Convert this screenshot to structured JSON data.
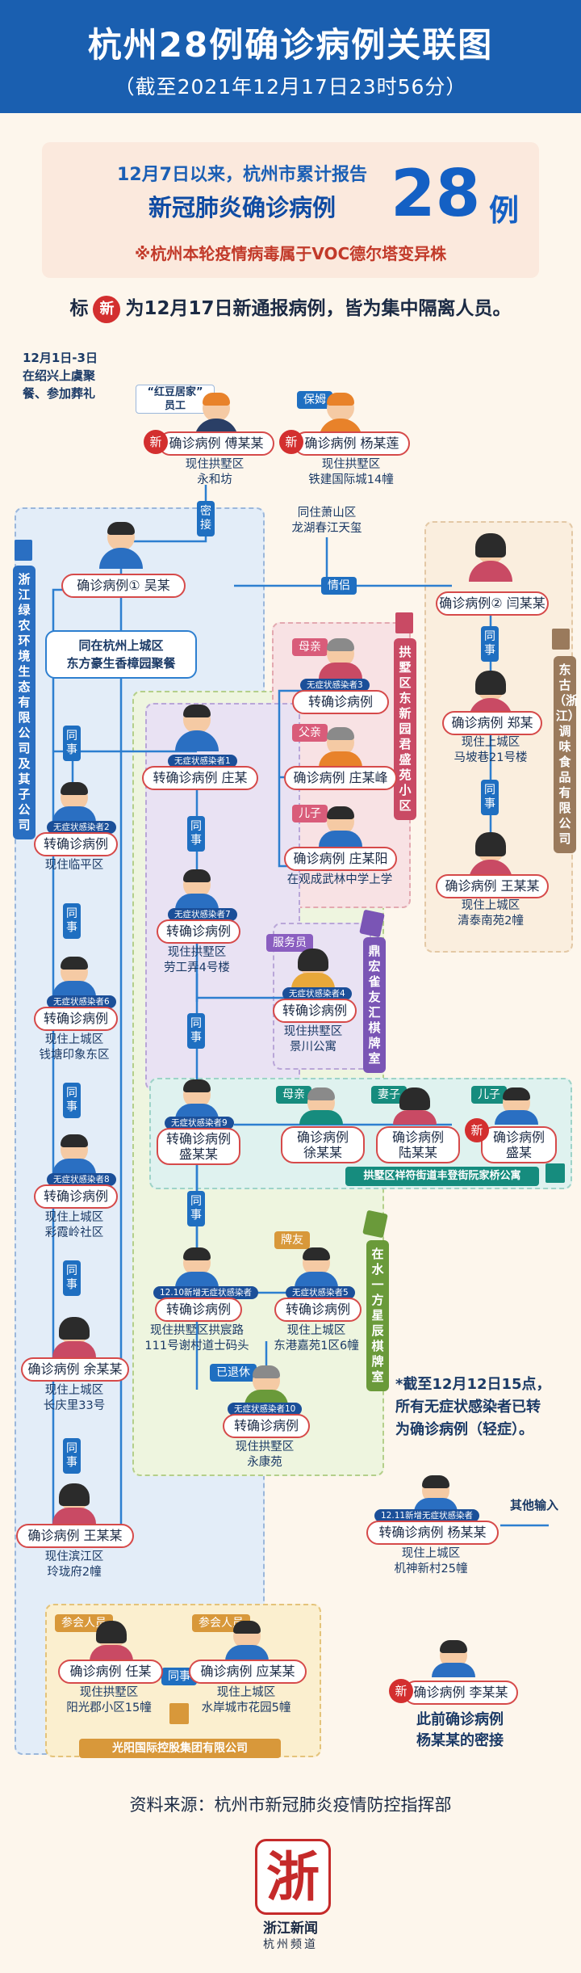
{
  "header": {
    "title": "杭州28例确诊病例关联图",
    "subtitle": "（截至2021年12月17日23时56分）"
  },
  "summary": {
    "line1": "12月7日以来，杭州市累计报告",
    "line2": "新冠肺炎确诊病例",
    "count": "28",
    "unit": "例",
    "variant_note": "※杭州本轮疫情病毒属于VOC德尔塔变异株"
  },
  "legend_note": {
    "prefix": "标",
    "new_mark": "新",
    "suffix": "为12月17日新通报病例，皆为集中隔离人员。"
  },
  "regions": {
    "zhejiang_lvnong": "浙江绿农环境生态有限公司及其子公司",
    "gongshu_shengyuan": "拱墅区东新园君盛苑小区",
    "donggu": "东古（浙江）调味食品有限公司",
    "dinghong": "鼎宏雀友汇棋牌室",
    "gongshu_xiangfu": "拱墅区祥符街道丰登街阮家桥公寓",
    "zaishuiyifang": "在水一方星辰棋牌室",
    "guangyang": "光阳国际控股集团有限公司"
  },
  "labels": {
    "early_event": "12月1日-3日\n在绍兴上虞聚餐、参加葬礼",
    "hongdou": "“红豆居家”\n员工",
    "baomu": "保姆",
    "gather": "同在杭州上城区\n东方豪生香樟园聚餐",
    "rel_mijie": "密接",
    "rel_qinglv": "情侣",
    "rel_tongshi": "同事",
    "rel_muqin": "母亲",
    "rel_fuqin": "父亲",
    "rel_erzi": "儿子",
    "rel_qizi": "妻子",
    "rel_fuwuyuan": "服务员",
    "rel_paiyou": "牌友",
    "rel_yituixiu": "已退休",
    "rel_canhuirenyuan": "参会人员",
    "other_input": "其他输入",
    "note_1212": "*截至12月12日15点，\n所有无症状感染者已转\n为确诊病例（轻症）。",
    "li_note": "此前确诊病例\n杨某某的密接",
    "new": "新"
  },
  "people": {
    "fu": {
      "name": "确诊病例  傅某某",
      "loc": "现住拱墅区\n永和坊"
    },
    "yang_baomu": {
      "name": "确诊病例  杨某莲",
      "loc": "现住拱墅区\n铁建国际城14幢"
    },
    "xiaoshan": {
      "loc": "同住萧山区\n龙湖春江天玺"
    },
    "wu": {
      "name": "确诊病例①  吴某"
    },
    "yan": {
      "name": "确诊病例②  闫某某"
    },
    "zheng": {
      "name": "确诊病例  郑某",
      "loc": "现住上城区\n马坡巷21号楼"
    },
    "wang_a": {
      "name": "确诊病例  王某某",
      "loc": "现住上城区\n清泰南苑2幢"
    },
    "zhuang": {
      "tag": "无症状感染者1",
      "name": "转确诊病例  庄某"
    },
    "mother_zhuang": {
      "tag": "无症状感染者3",
      "name": "转确诊病例"
    },
    "zhuang_feng": {
      "name": "确诊病例  庄某峰"
    },
    "zhuang_yang": {
      "name": "确诊病例  庄某阳",
      "loc": "在观成武林中学上学"
    },
    "p2": {
      "tag": "无症状感染者2",
      "name": "转确诊病例",
      "loc": "现住临平区"
    },
    "p6": {
      "tag": "无症状感染者6",
      "name": "转确诊病例",
      "loc": "现住上城区\n钱塘印象东区"
    },
    "p8": {
      "tag": "无症状感染者8",
      "name": "转确诊病例",
      "loc": "现住上城区\n彩霞岭社区"
    },
    "yu": {
      "name": "确诊病例  余某某",
      "loc": "现住上城区\n长庆里33号"
    },
    "wang_b": {
      "name": "确诊病例  王某某",
      "loc": "现住滨江区\n玲珑府2幢"
    },
    "p7": {
      "tag": "无症状感染者7",
      "name": "转确诊病例",
      "loc": "现住拱墅区\n劳工弄4号楼"
    },
    "p4": {
      "tag": "无症状感染者4",
      "name": "转确诊病例",
      "loc": "现住拱墅区\n景川公寓"
    },
    "sheng": {
      "tag": "无症状感染者9",
      "name": "转确诊病例\n盛某某"
    },
    "xu": {
      "name": "确诊病例\n徐某某"
    },
    "lu": {
      "name": "确诊病例\n陆某某"
    },
    "sheng_son": {
      "name": "确诊病例\n盛某"
    },
    "p1210": {
      "tag": "12.10新增无症状感染者",
      "name": "转确诊病例",
      "loc": "现住拱墅区拱宸路\n111号谢村道士码头"
    },
    "p5": {
      "tag": "无症状感染者5",
      "name": "转确诊病例",
      "loc": "现住上城区\n东港嘉苑1区6幢"
    },
    "p10": {
      "tag": "无症状感染者10",
      "name": "转确诊病例",
      "loc": "现住拱墅区\n永康苑"
    },
    "yang_1211": {
      "tag": "12.11新增无症状感染者",
      "name": "转确诊病例  杨某某",
      "loc": "现住上城区\n机神新村25幢"
    },
    "ren": {
      "name": "确诊病例  任某",
      "loc": "现住拱墅区\n阳光郡小区15幢"
    },
    "ying": {
      "name": "确诊病例  应某某",
      "loc": "现住上城区\n水岸城市花园5幢"
    },
    "li": {
      "name": "确诊病例  李某某"
    }
  },
  "footer": {
    "source": "资料来源：杭州市新冠肺炎疫情防控指挥部",
    "logo_char": "浙",
    "brand": "浙江新闻",
    "channel": "杭州频道"
  },
  "colors": {
    "header_blue": "#1a5fb0",
    "new_red": "#d32f2f",
    "line_blue": "#2d7fd0",
    "bg": "#fdf6ec"
  }
}
